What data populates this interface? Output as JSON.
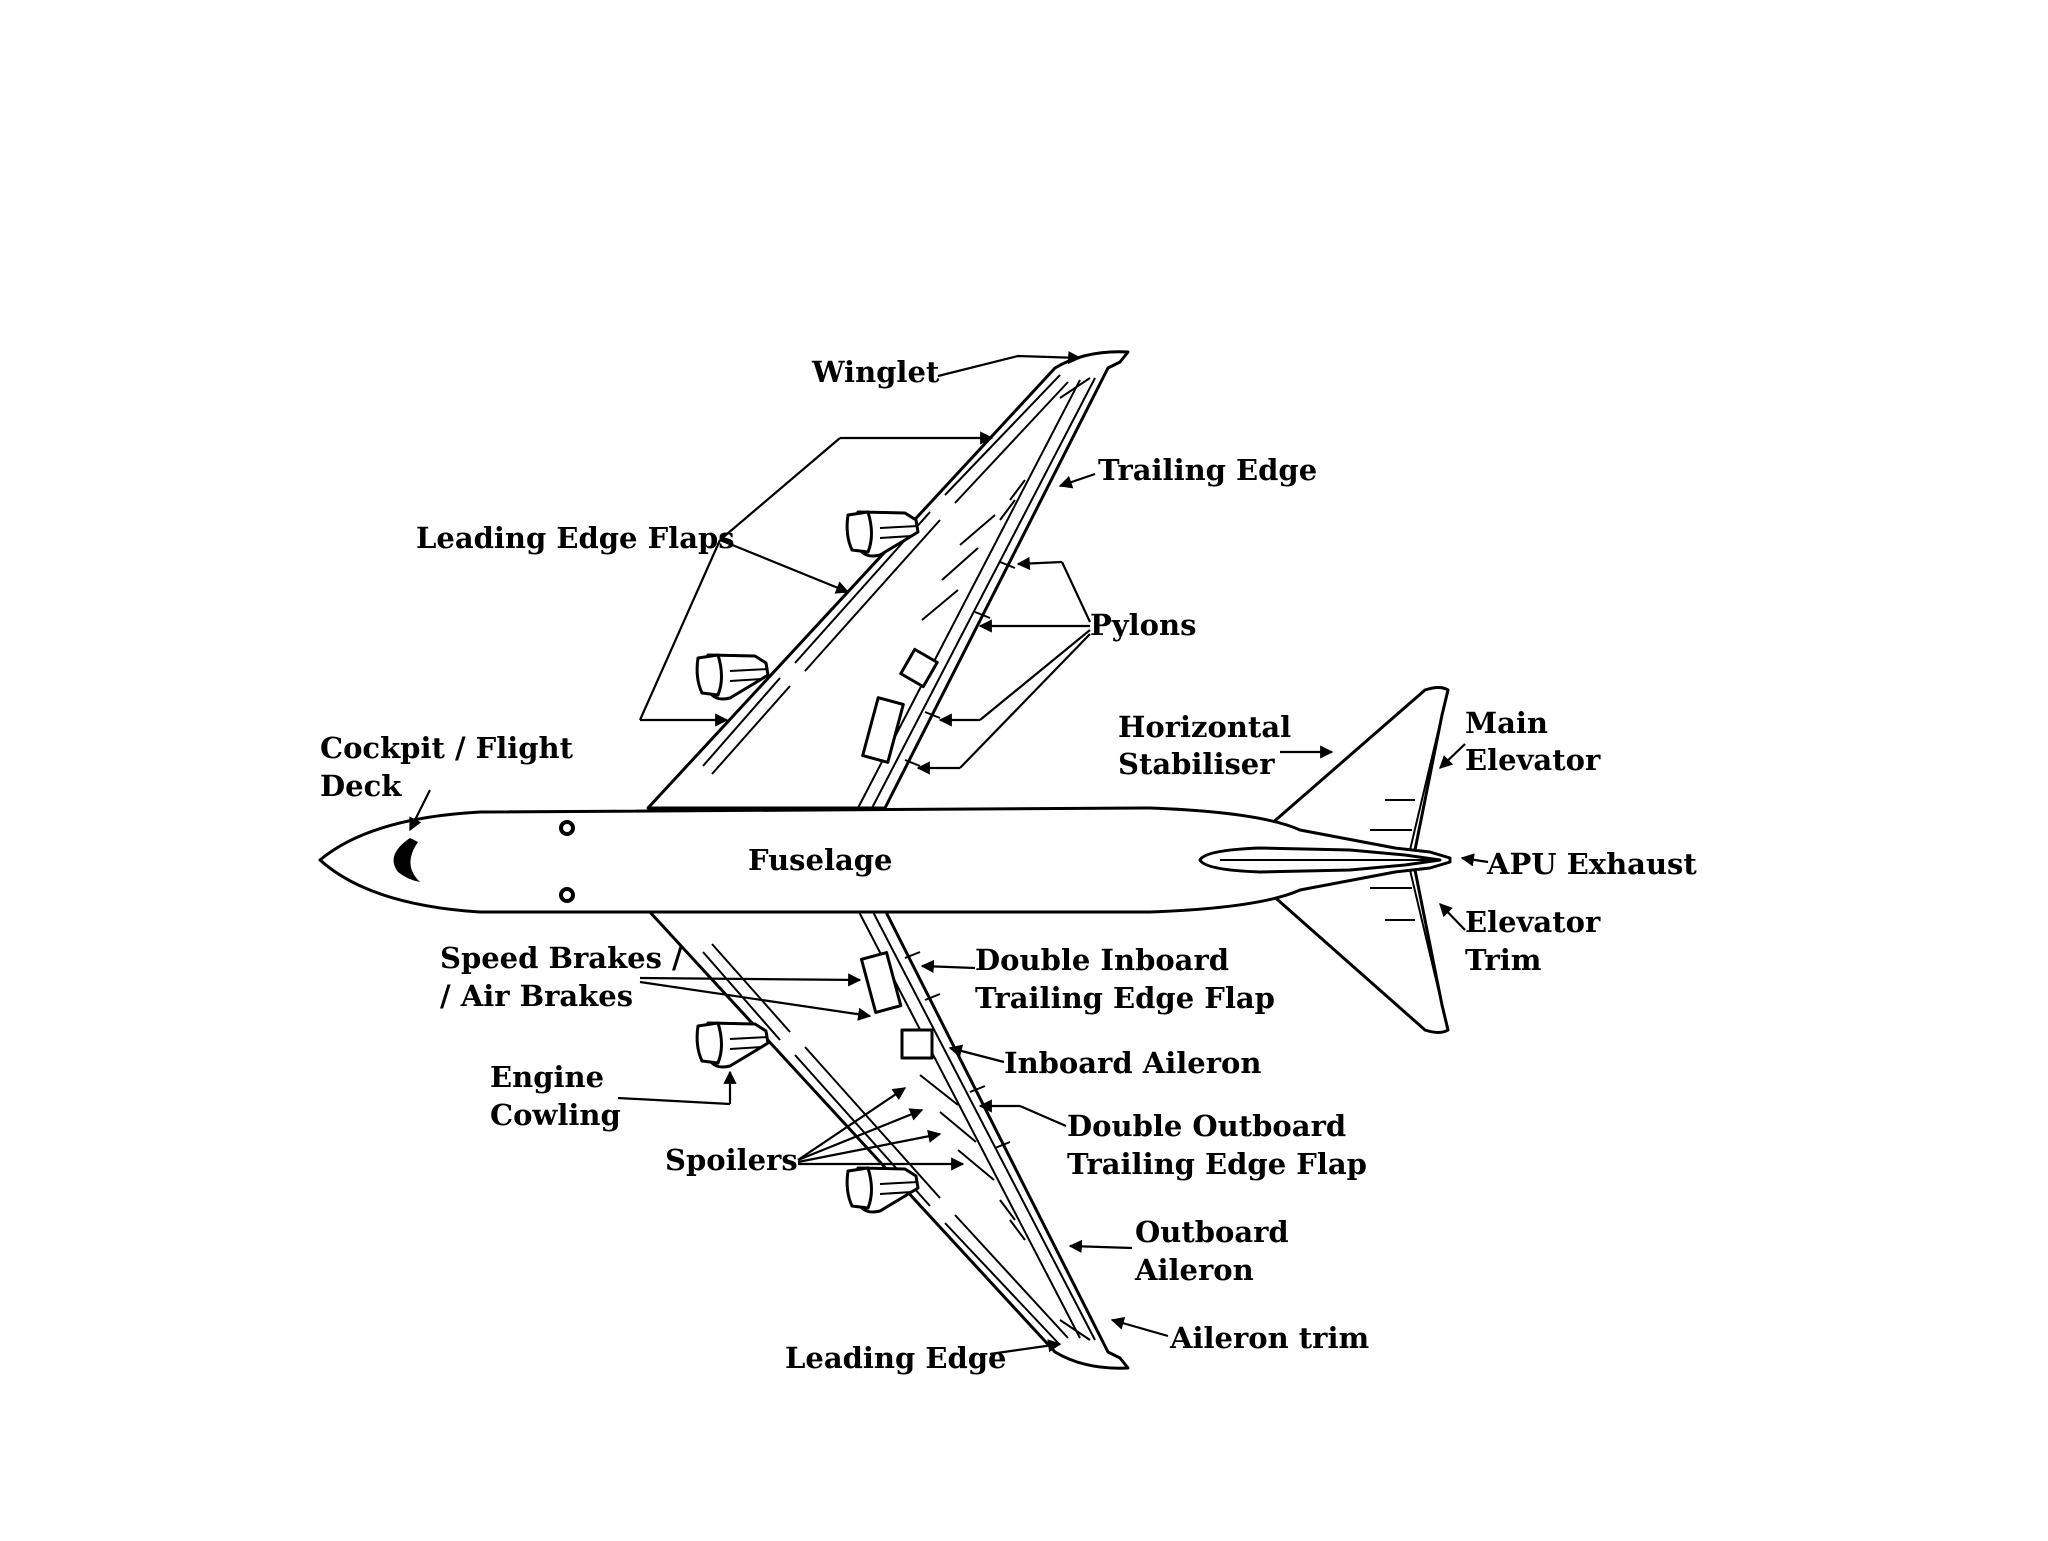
{
  "labels": {
    "winglet": "Winglet",
    "trailing_edge": "Trailing Edge",
    "leading_edge_flaps": "Leading Edge Flaps",
    "pylons": "Pylons",
    "horizontal_stabiliser": [
      "Horizontal",
      "Stabiliser"
    ],
    "main_elevator": [
      "Main",
      "Elevator"
    ],
    "cockpit": [
      "Cockpit / Flight",
      "Deck"
    ],
    "fuselage": "Fuselage",
    "apu_exhaust": "APU Exhaust",
    "elevator_trim": [
      "Elevator",
      "Trim"
    ],
    "speed_brakes": [
      "Speed Brakes /",
      "/ Air Brakes"
    ],
    "double_inboard_flap": [
      "Double Inboard",
      "Trailing Edge Flap"
    ],
    "inboard_aileron": "Inboard Aileron",
    "engine_cowling": [
      "Engine",
      "Cowling"
    ],
    "double_outboard_flap": [
      "Double Outboard",
      "Trailing Edge Flap"
    ],
    "spoilers": "Spoilers",
    "outboard_aileron": [
      "Outboard",
      "Aileron"
    ],
    "aileron_trim": "Aileron trim",
    "leading_edge": "Leading Edge"
  },
  "colors": {
    "line": "#000000",
    "background": "#ffffff"
  }
}
